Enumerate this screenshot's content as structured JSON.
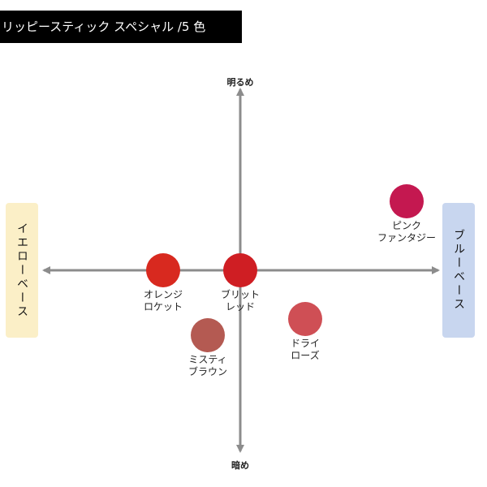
{
  "title": "リッピースティック スペシャル /5 色",
  "chart_data": {
    "type": "scatter",
    "axes": {
      "top": "明るめ",
      "bottom": "暗め",
      "left": "イエローベース",
      "right": "ブルーベース"
    },
    "xlim": [
      -5,
      5
    ],
    "ylim": [
      -5,
      5
    ],
    "grid": false,
    "points": [
      {
        "label": [
          "ピンク",
          "ファンタジー"
        ],
        "x": 4.1,
        "y": 1.7,
        "color": "#c41850"
      },
      {
        "label": [
          "オレンジ",
          "ロケット"
        ],
        "x": -1.9,
        "y": 0.0,
        "color": "#d8291f"
      },
      {
        "label": [
          "ブリット",
          "レッド"
        ],
        "x": 0.0,
        "y": 0.0,
        "color": "#cf1e23"
      },
      {
        "label": [
          "ミスティ",
          "ブラウン"
        ],
        "x": -0.8,
        "y": -1.6,
        "color": "#b45a52"
      },
      {
        "label": [
          "ドライ",
          "ローズ"
        ],
        "x": 1.6,
        "y": -1.2,
        "color": "#cf4f55"
      }
    ]
  }
}
